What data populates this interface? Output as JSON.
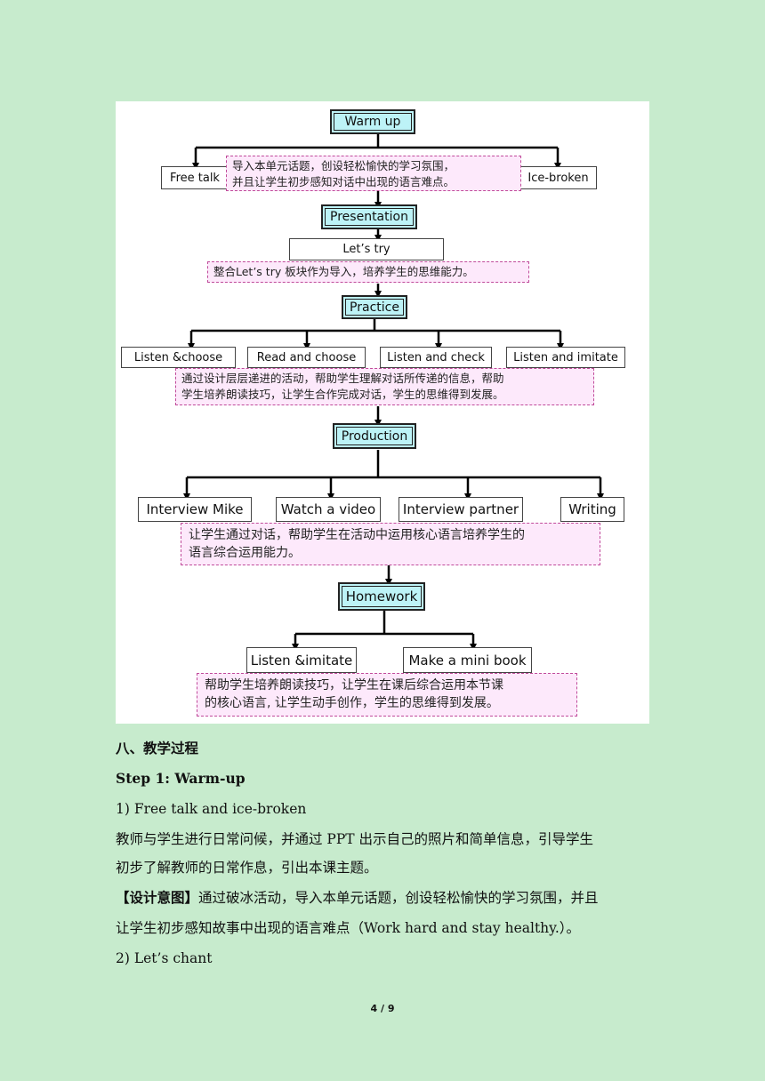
{
  "flowchart": {
    "stages": {
      "warm_up": "Warm up",
      "presentation": "Presentation",
      "practice": "Practice",
      "production": "Production",
      "homework": "Homework"
    },
    "warm_up": {
      "left_box": "Free talk",
      "right_box": "Ice-broken",
      "note": [
        "导入本单元话题，创设轻松愉快的学习氛围，",
        "并且让学生初步感知对话中出现的语言难点。"
      ]
    },
    "presentation": {
      "box": "Let’s try",
      "note": [
        "整合Let’s try 板块作为导入，培养学生的思维能力。"
      ]
    },
    "practice": {
      "boxes": [
        "Listen &choose",
        "Read and choose",
        "Listen and check",
        "Listen and imitate"
      ],
      "note": [
        "通过设计层层递进的活动，帮助学生理解对话所传递的信息，帮助",
        "学生培养朗读技巧，让学生合作完成对话，学生的思维得到发展。"
      ]
    },
    "production": {
      "boxes": [
        "Interview Mike",
        "Watch a video",
        "Interview partner",
        "Writing"
      ],
      "note": [
        "让学生通过对话，帮助学生在活动中运用核心语言培养学生的",
        "语言综合运用能力。"
      ]
    },
    "homework": {
      "boxes": [
        "Listen &imitate",
        "Make a mini book"
      ],
      "note": [
        "帮助学生培养朗读技巧，让学生在课后综合运用本节课",
        "的核心语言, 让学生动手创作，学生的思维得到发展。"
      ]
    }
  },
  "body": {
    "section_heading": "八、教学过程",
    "step1_heading": "Step 1: Warm-up",
    "item1": "1) Free talk and ice-broken",
    "para1_line1": "教师与学生进行日常问候，并通过 PPT 出示自己的照片和简单信息，引导学生",
    "para1_line2": "初步了解教师的日常作息，引出本课主题。",
    "design_label": "【设计意图】",
    "design_line1": "通过破冰活动，导入本单元话题，创设轻松愉快的学习氛围，并且",
    "design_line2": "让学生初步感知故事中出现的语言难点（Work hard and stay healthy.）。",
    "item2": "2) Let’s chant"
  },
  "page_number": "4 / 9"
}
